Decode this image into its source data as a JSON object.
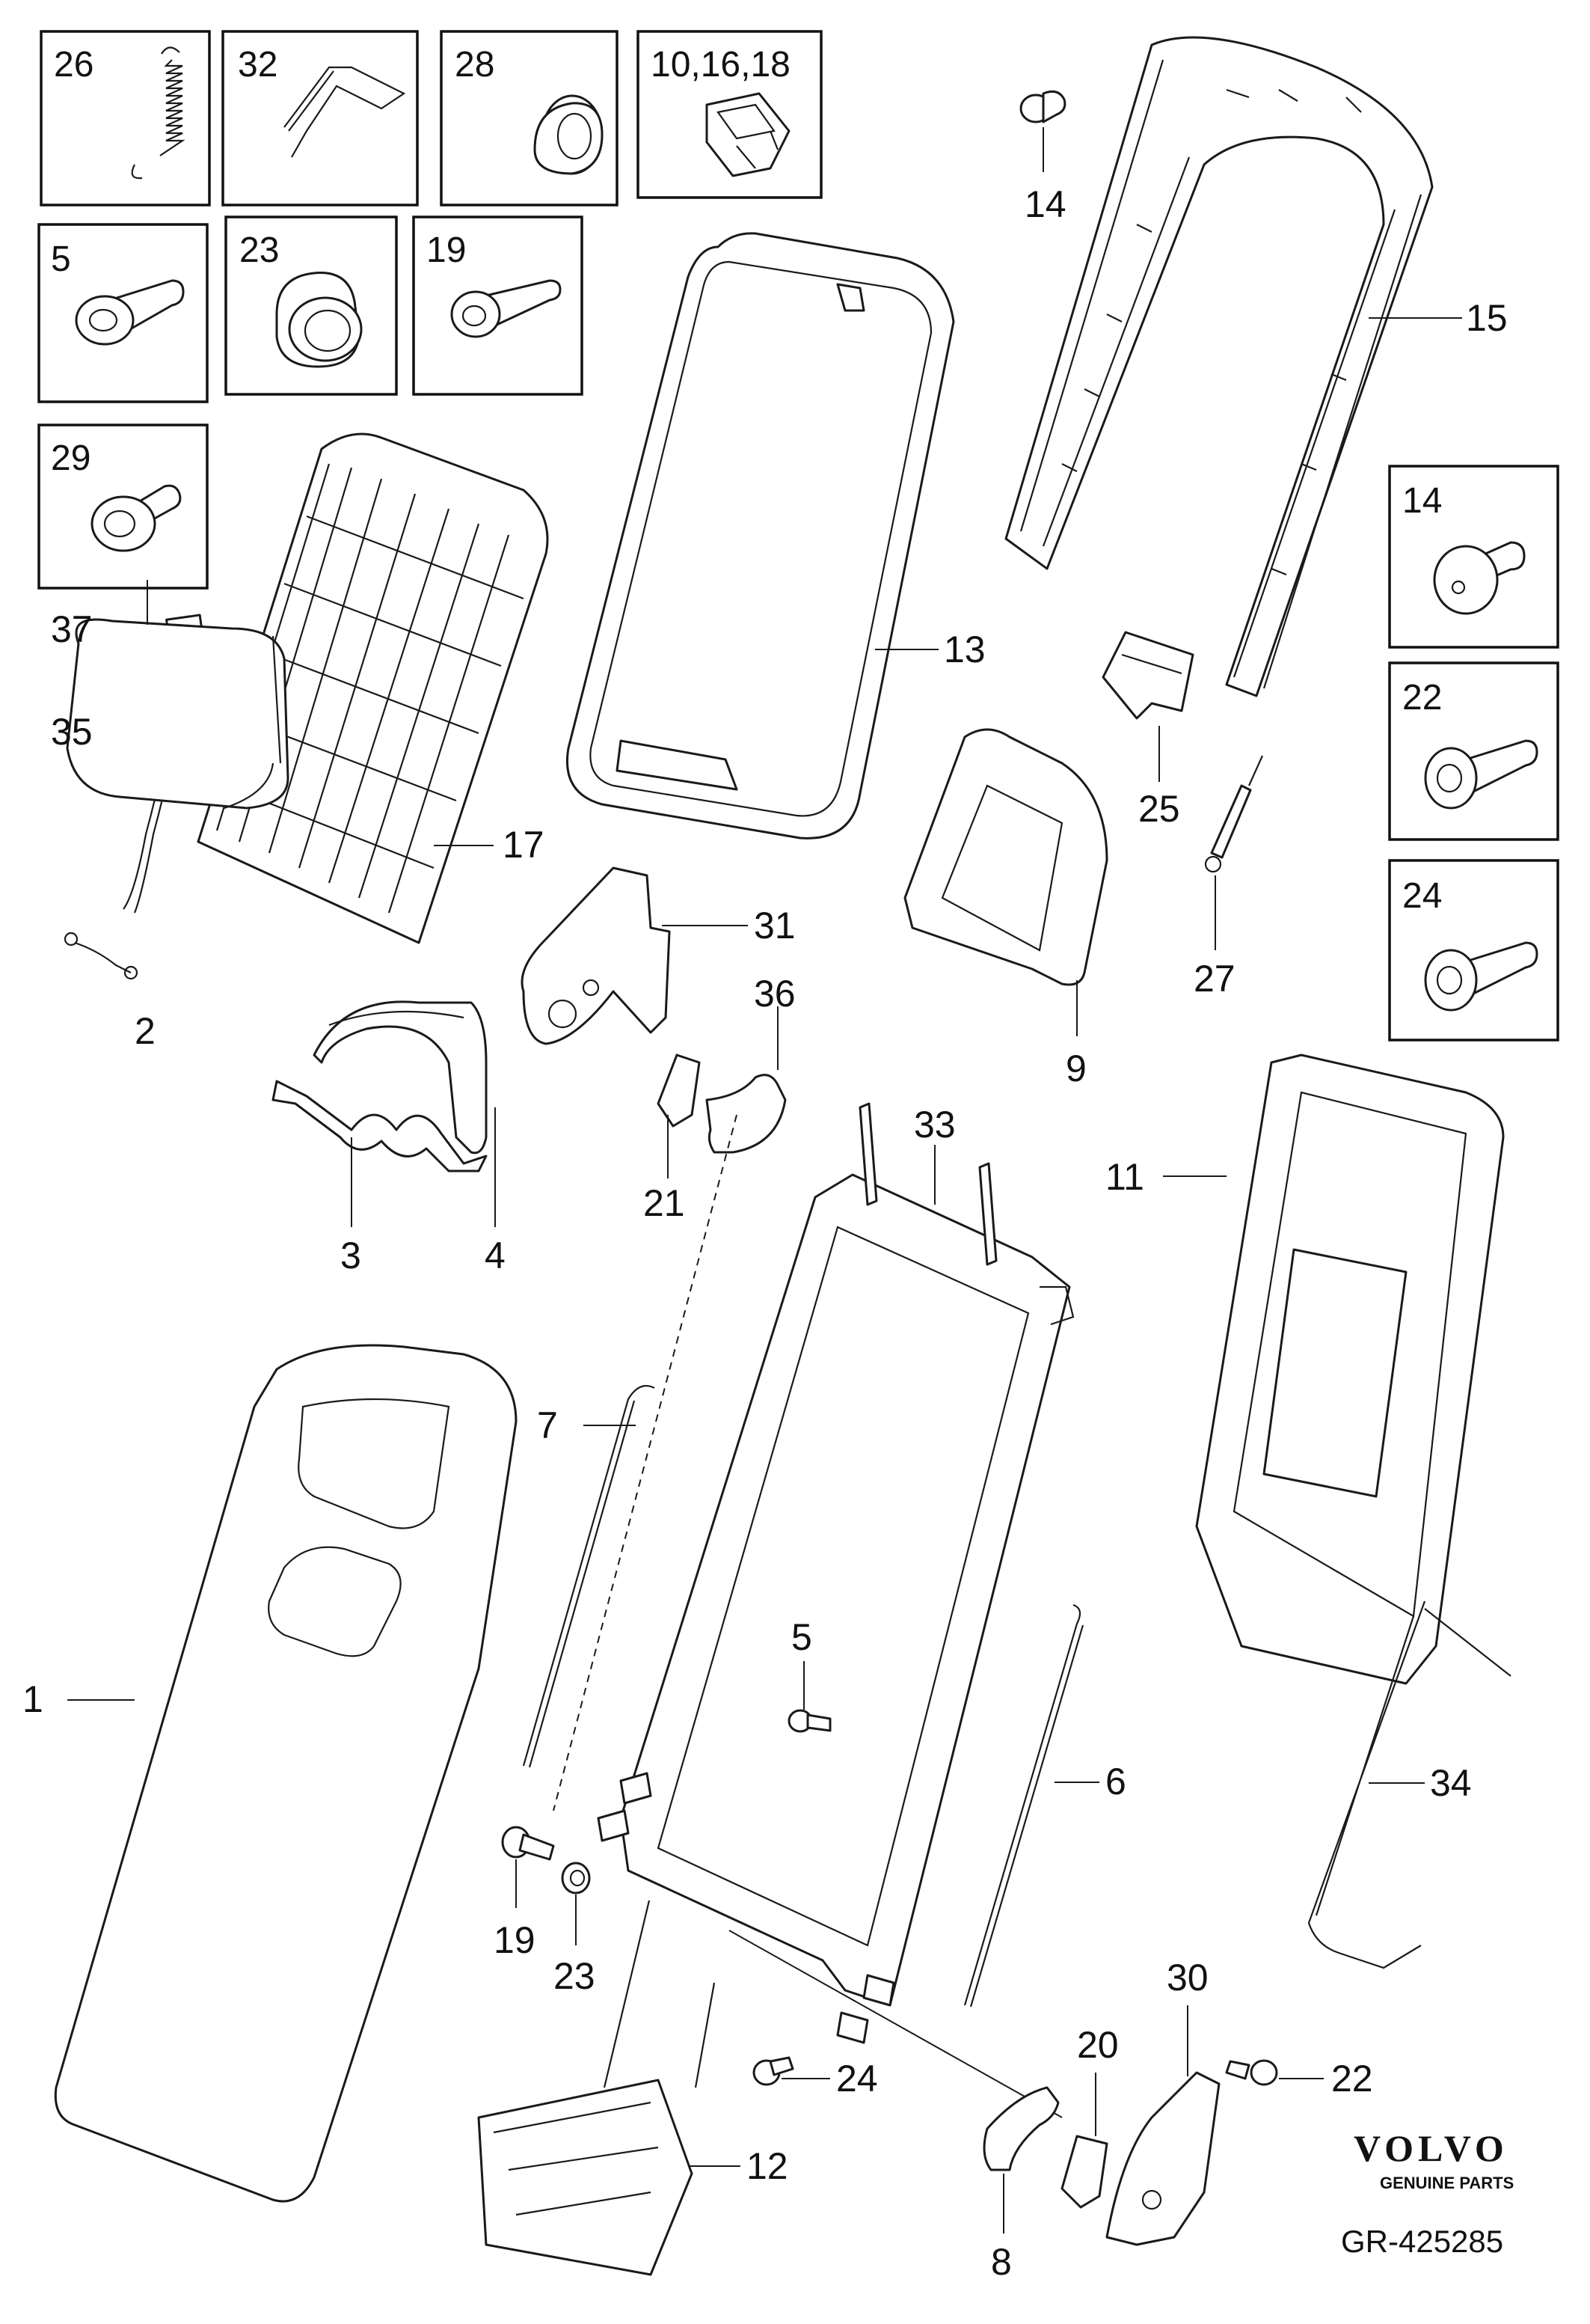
{
  "boxes": {
    "b26": "26",
    "b32": "32",
    "b28": "28",
    "b10_16_18": "10,16,18",
    "b5": "5",
    "b23": "23",
    "b19": "19",
    "b29": "29",
    "b14": "14",
    "b22": "22",
    "b24": "24"
  },
  "callouts": {
    "c1": "1",
    "c2": "2",
    "c3": "3",
    "c4": "4",
    "c5": "5",
    "c6": "6",
    "c7": "7",
    "c8": "8",
    "c9": "9",
    "c11": "11",
    "c12": "12",
    "c13": "13",
    "c14": "14",
    "c15": "15",
    "c17": "17",
    "c19": "19",
    "c20": "20",
    "c21": "21",
    "c22": "22",
    "c23": "23",
    "c24": "24",
    "c25": "25",
    "c27": "27",
    "c30": "30",
    "c31": "31",
    "c33": "33",
    "c34": "34",
    "c35": "35",
    "c36": "36",
    "c37": "37"
  },
  "brand": {
    "logo": "VOLVO",
    "subtitle": "GENUINE PARTS",
    "code": "GR-425285"
  }
}
